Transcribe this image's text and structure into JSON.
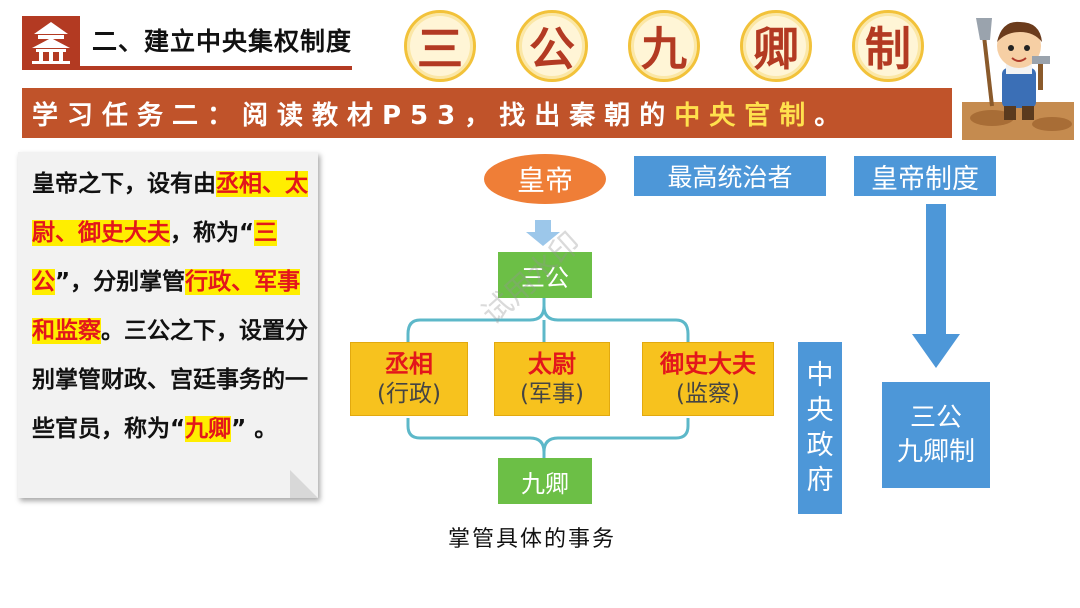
{
  "header": {
    "section_title": "二、建立中央集权制度",
    "big_chars": [
      "三",
      "公",
      "九",
      "卿",
      "制"
    ],
    "task_prefix": "学习任务二：阅读教材P53，找出秦朝的",
    "task_highlight": "中央官制",
    "task_suffix": "。"
  },
  "note": {
    "t1": "皇帝之下，设有由",
    "t2": "丞相、太尉、御史大夫",
    "t3": "，称为“",
    "t4": "三公",
    "t5": "”，分别掌管",
    "t6": "行政、军事和监察",
    "t7": "。三公之下，设置分别掌管财政、宫廷事务的一些官员，称为“",
    "t8": "九卿",
    "t9": "” 。"
  },
  "diagram": {
    "emperor": "皇帝",
    "top_label": "最高统治者",
    "emperor_system": "皇帝制度",
    "sangong": "三公",
    "ministers": [
      {
        "name": "丞相",
        "role": "(行政)"
      },
      {
        "name": "太尉",
        "role": "(军事)"
      },
      {
        "name": "御史大夫",
        "role": "(监察)"
      }
    ],
    "jiuqing": "九卿",
    "central_gov": [
      "中",
      "央",
      "政",
      "府"
    ],
    "sangong_jiuqing": [
      "三公",
      "九卿制"
    ],
    "caption": "掌管具体的事务",
    "watermark": "试用水印"
  },
  "colors": {
    "brand_red": "#b33a22",
    "task_bar": "#c0532a",
    "highlight_yellow": "#ffe14d",
    "text_red": "#e3161b",
    "blue": "#4d97d8",
    "green": "#6cbf46",
    "gold": "#f7c21e",
    "orange": "#ef7e37"
  },
  "icons": {
    "logo": "temple-icon",
    "character": "boy-with-shovel-icon"
  }
}
